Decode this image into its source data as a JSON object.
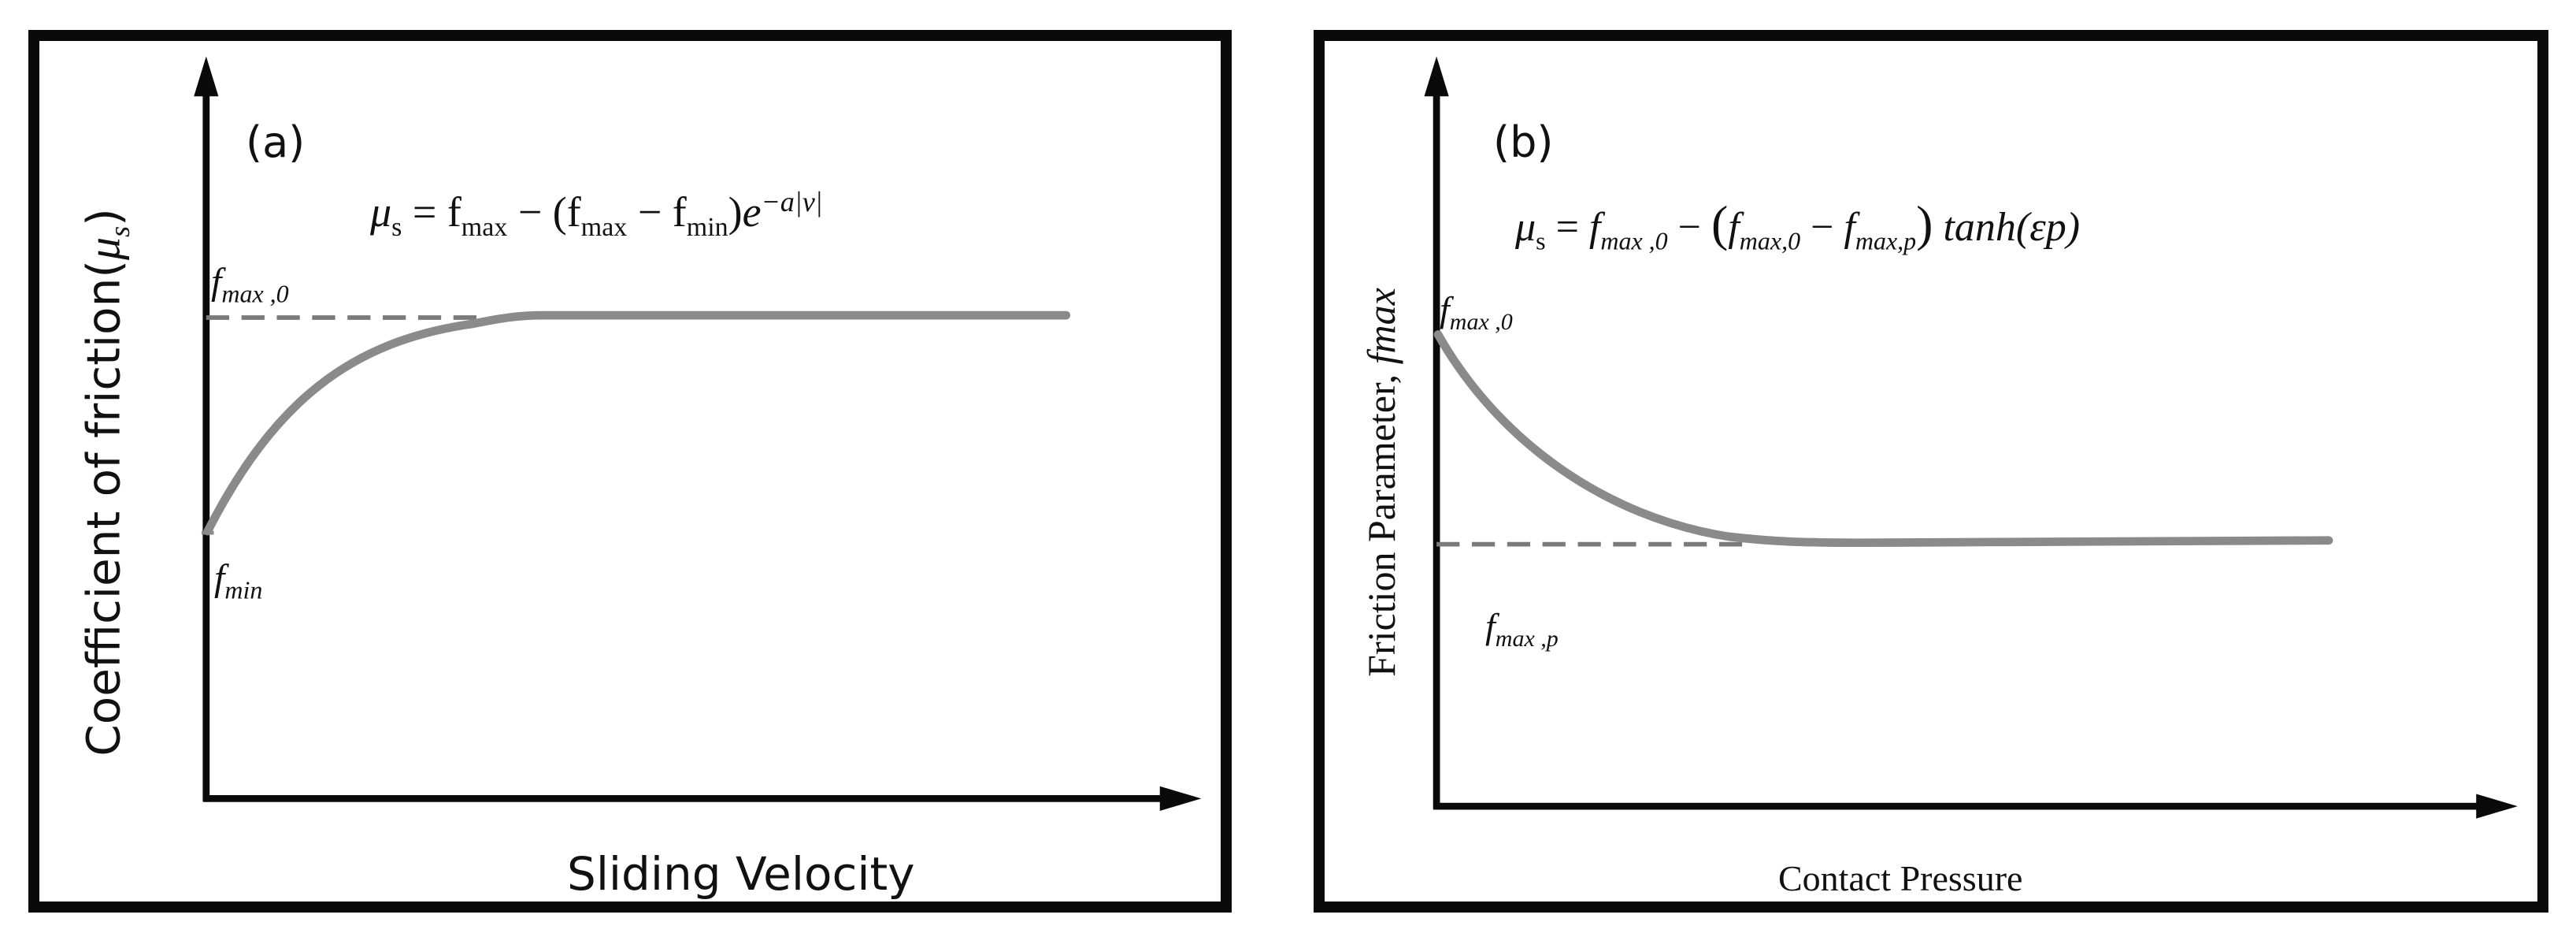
{
  "panel_a": {
    "tag": "(a)",
    "xlabel": "Sliding Velocity",
    "ylabel_text": "Coefficient of friction(",
    "ylabel_sym": "μ",
    "ylabel_sub": "s",
    "ylabel_close": ")",
    "label_fmax0_base": "f",
    "label_fmax0_sub": "max ,0",
    "label_fmin_base": "f",
    "label_fmin_sub": "min",
    "eq": {
      "mu": "μ",
      "mu_sub": "s",
      "eq_sign": " = ",
      "f1": "f",
      "f1_sub": "max",
      "minus1": " − (",
      "f2": "f",
      "f2_sub": "max",
      "minus2": " − ",
      "f3": "f",
      "f3_sub": "min",
      "close": ")",
      "e": "e",
      "exp": "−a|v|"
    }
  },
  "panel_b": {
    "tag": "(b)",
    "xlabel": "Contact Pressure",
    "ylabel_text": "Friction Parameter, ",
    "ylabel_sym": "fmax",
    "label_fmax0_base": "f",
    "label_fmax0_sub": "max ,0",
    "label_fmaxp_base": "f",
    "label_fmaxp_sub": "max ,p",
    "eq": {
      "mu": "μ",
      "mu_sub": "s",
      "eq_sign": " = ",
      "f1": "f",
      "f1_sub": "max ,0",
      "minus1": " − ",
      "paren_open": "(",
      "f2": "f",
      "f2_sub": "max,0",
      "minus2": " − ",
      "f3": "f",
      "f3_sub": "max,p",
      "paren_close": ")",
      "tanh": " tanh(εp)"
    }
  },
  "colors": {
    "curve": "#8a8a8a",
    "dashed": "#7a7a7a",
    "axis": "#0a0a0a",
    "frame": "#0a0a0a"
  }
}
